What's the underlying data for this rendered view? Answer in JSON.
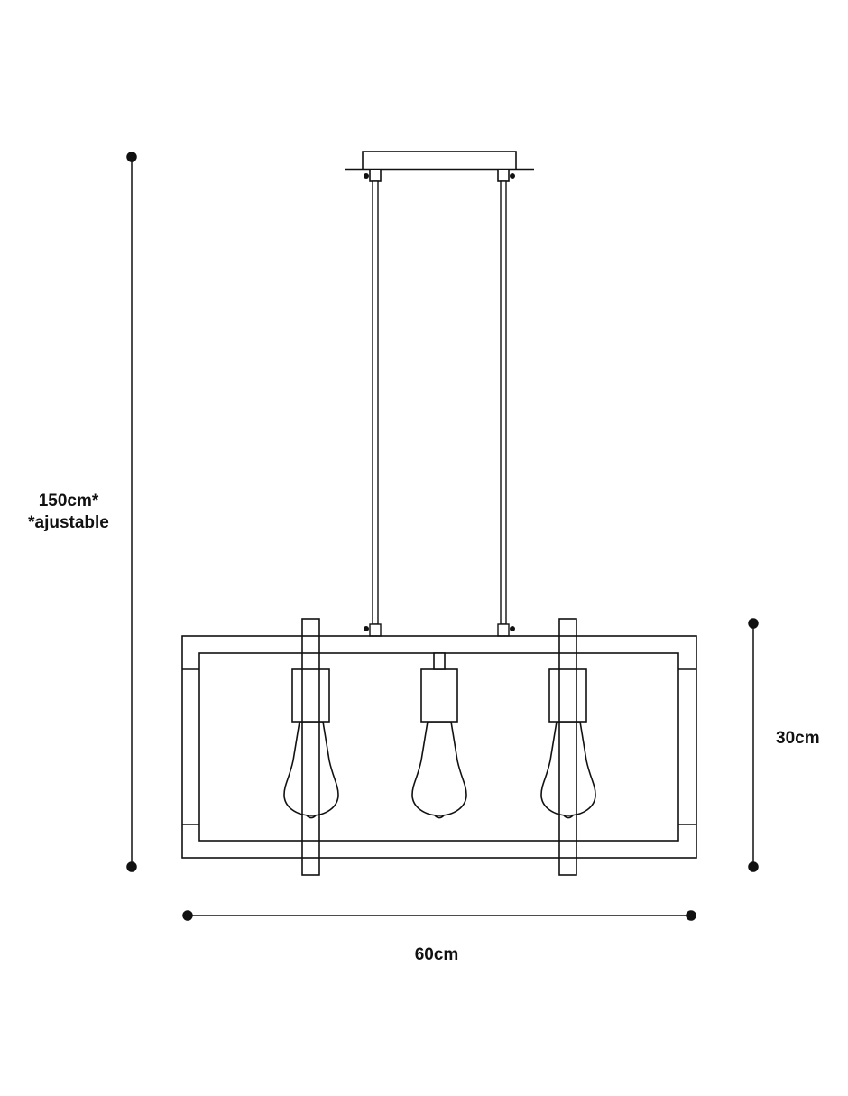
{
  "dimensions": {
    "total_height": "150cm*",
    "adjustable_note": "*ajustable",
    "frame_height": "30cm",
    "frame_width": "60cm"
  },
  "colors": {
    "line": "#111111",
    "background": "#ffffff"
  }
}
